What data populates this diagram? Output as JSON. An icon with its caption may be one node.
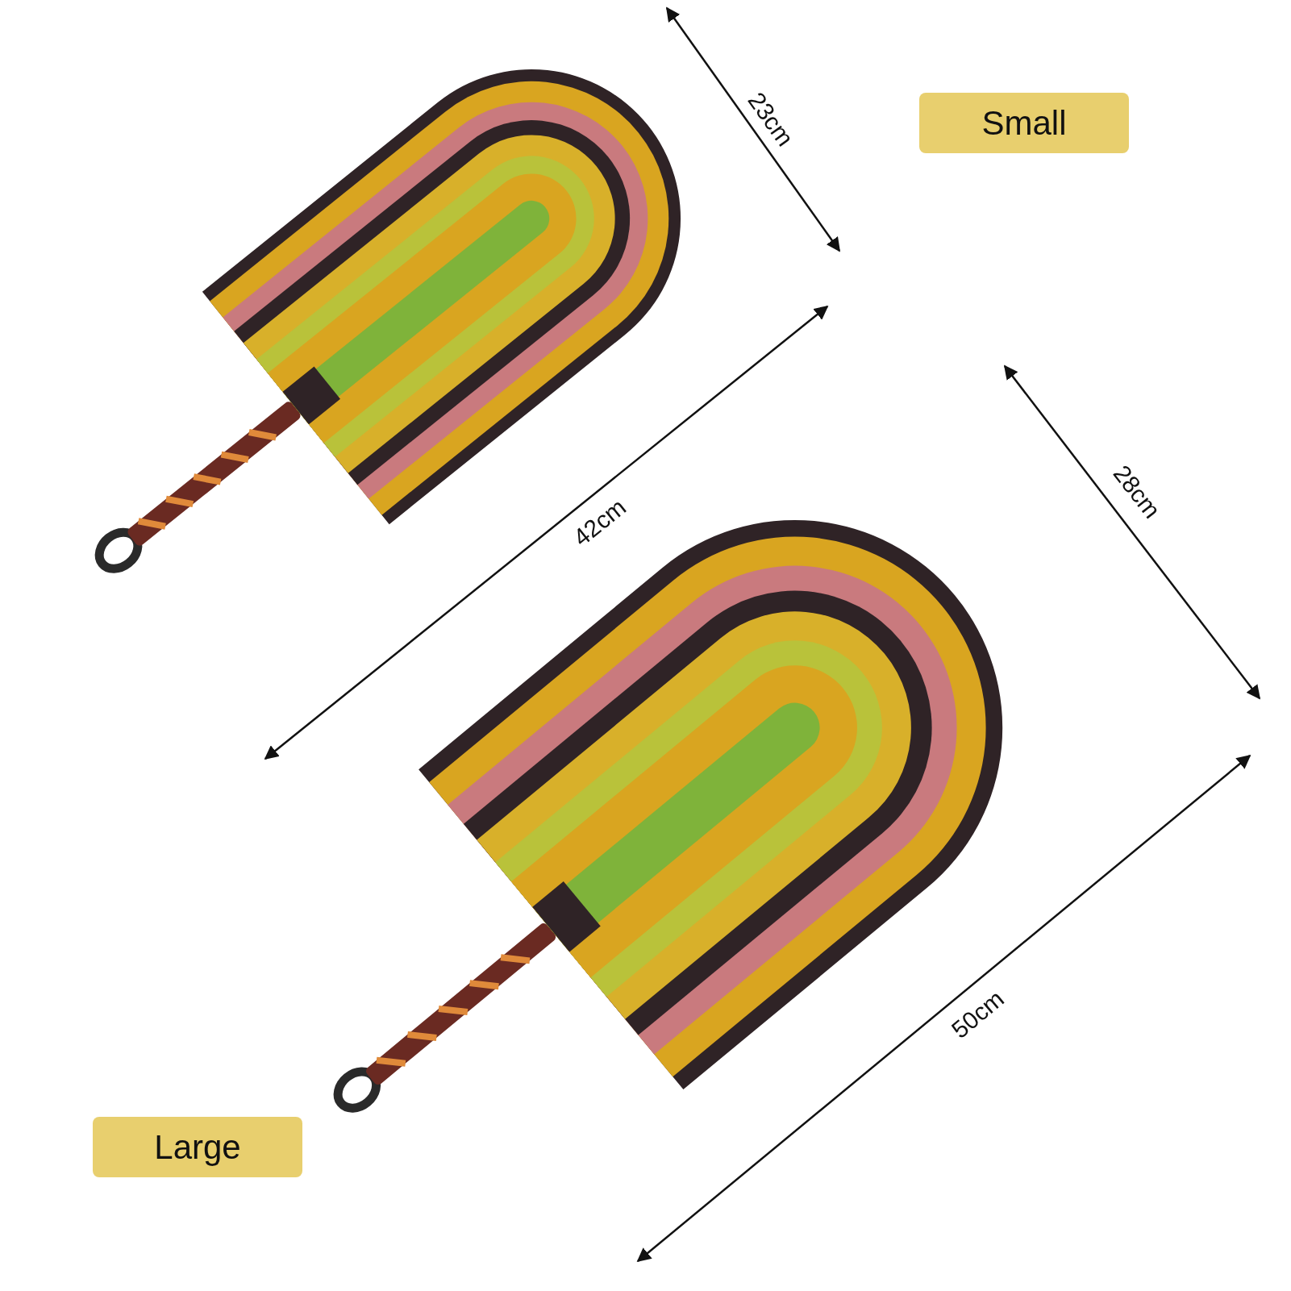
{
  "diagram": {
    "nodes": [
      {
        "text": [
          "Small"
        ]
      },
      {
        "text": [
          "Large"
        ]
      }
    ],
    "labels": [
      "23cm",
      "28cm",
      "42cm",
      "50cm"
    ]
  }
}
